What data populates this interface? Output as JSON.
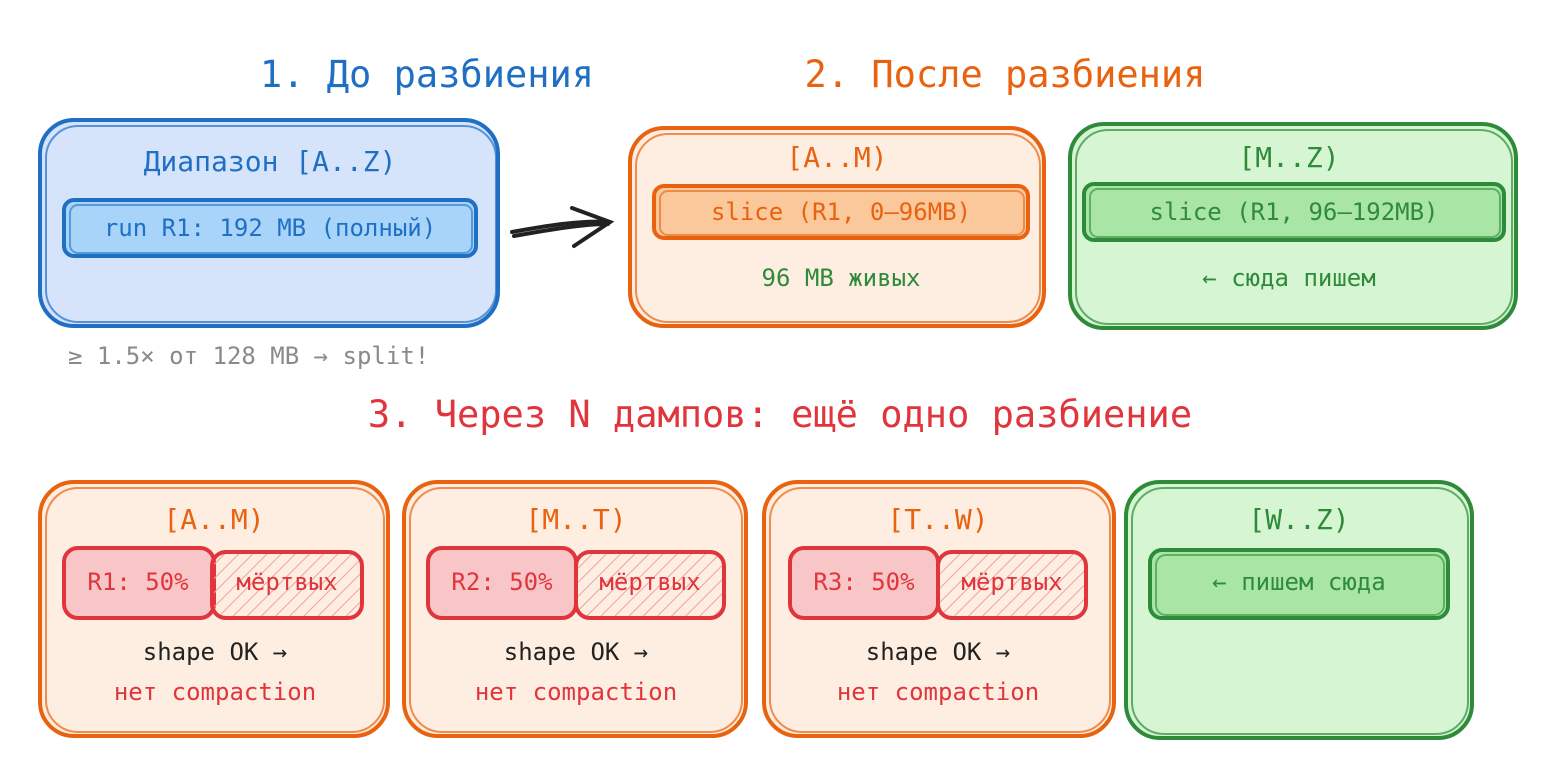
{
  "colors": {
    "blue": "#1f6fc4",
    "orange": "#e8620f",
    "green": "#2e8b3a",
    "red": "#e0353c",
    "dark": "#222222",
    "gray": "#8a8a8a"
  },
  "section1": {
    "heading": "1. До разбиения",
    "range": {
      "label": "Диапазон [A..Z)",
      "run": "run R1: 192 MB (полный)"
    },
    "note": "≥ 1.5× от 128 MB → split!"
  },
  "section2": {
    "heading": "2. После разбиения",
    "left": {
      "label": "[A..M)",
      "slice": "slice (R1, 0–96MB)",
      "caption": "96 MB живых"
    },
    "right": {
      "label": "[M..Z)",
      "slice": "slice (R1, 96–192MB)",
      "caption": "← сюда пишем"
    }
  },
  "section3": {
    "heading": "3. Через N дампов: ещё одно разбиение",
    "ranges": [
      {
        "label": "[A..M)",
        "run": "R1: 50%",
        "dead": "мёртвых",
        "line1": "shape OK →",
        "line2": "нет compaction"
      },
      {
        "label": "[M..T)",
        "run": "R2: 50%",
        "dead": "мёртвых",
        "line1": "shape OK →",
        "line2": "нет compaction"
      },
      {
        "label": "[T..W)",
        "run": "R3: 50%",
        "dead": "мёртвых",
        "line1": "shape OK →",
        "line2": "нет compaction"
      }
    ],
    "last": {
      "label": "[W..Z)",
      "write": "← пишем сюда"
    }
  }
}
